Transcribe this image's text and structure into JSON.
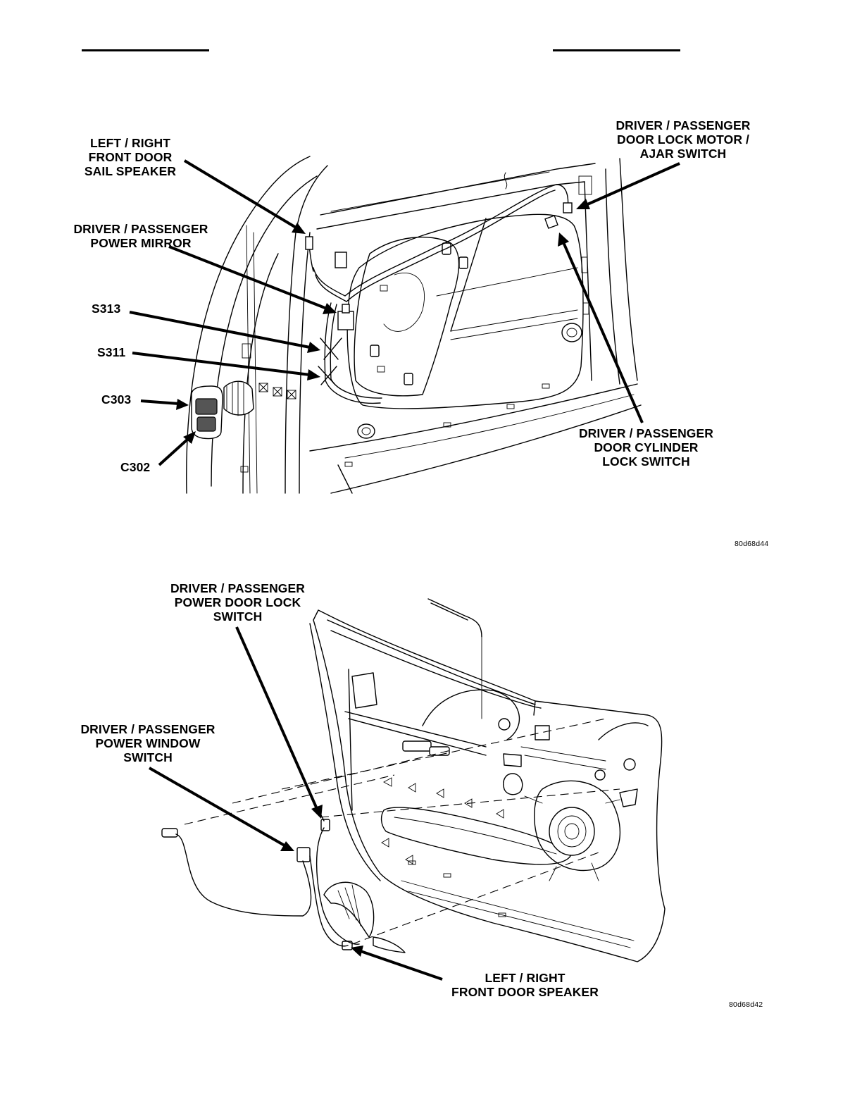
{
  "figure_top": {
    "callouts": {
      "sail_speaker": "LEFT / RIGHT\nFRONT DOOR\nSAIL SPEAKER",
      "power_mirror": "DRIVER / PASSENGER\nPOWER MIRROR",
      "s313": "S313",
      "s311": "S311",
      "c303": "C303",
      "c302": "C302",
      "lock_motor": "DRIVER / PASSENGER\nDOOR LOCK MOTOR /\nAJAR SWITCH",
      "cylinder_switch": "DRIVER / PASSENGER\nDOOR CYLINDER\nLOCK SWITCH"
    },
    "figure_code": "80d68d44"
  },
  "figure_bottom": {
    "callouts": {
      "door_lock_switch": "DRIVER / PASSENGER\nPOWER DOOR LOCK\nSWITCH",
      "window_switch": "DRIVER / PASSENGER\nPOWER WINDOW\nSWITCH",
      "door_speaker": "LEFT / RIGHT\nFRONT DOOR SPEAKER"
    },
    "figure_code": "80d68d42"
  }
}
